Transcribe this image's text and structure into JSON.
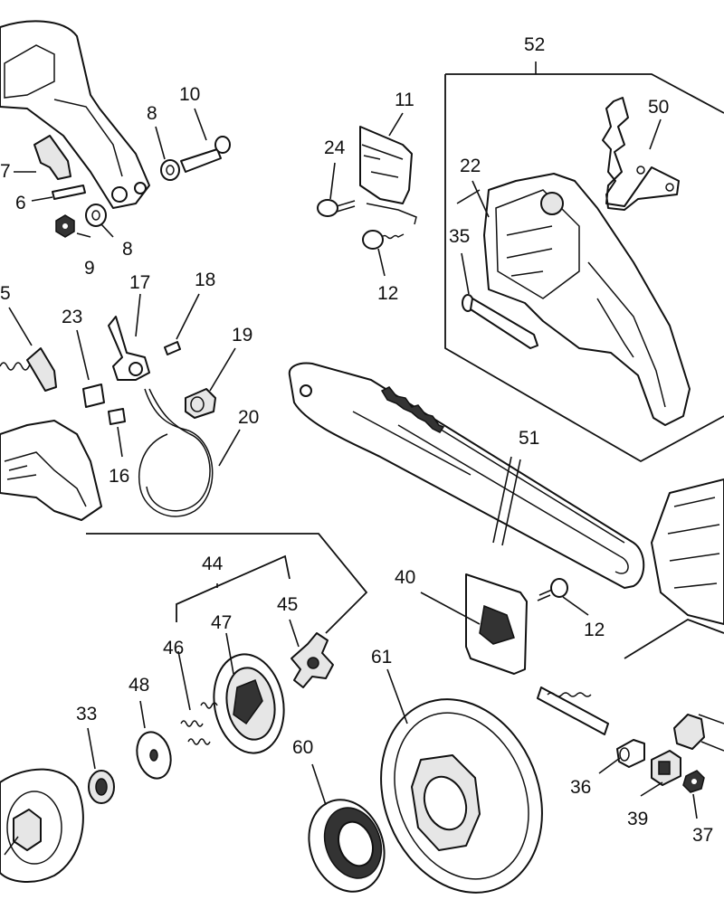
{
  "labels": {
    "l52": "52",
    "l50": "50",
    "l11": "11",
    "l24": "24",
    "l22": "22",
    "l35": "35",
    "l12a": "12",
    "l12b": "12",
    "l10": "10",
    "l8a": "8",
    "l8b": "8",
    "l7": "7",
    "l6": "6",
    "l9": "9",
    "l5": "5",
    "l17": "17",
    "l18": "18",
    "l23": "23",
    "l19": "19",
    "l16": "16",
    "l20": "20",
    "l51": "51",
    "l40": "40",
    "l44": "44",
    "l47": "47",
    "l45": "45",
    "l46": "46",
    "l48": "48",
    "l33": "33",
    "l61": "61",
    "l60": "60",
    "l36": "36",
    "l39": "39",
    "l37": "37"
  }
}
